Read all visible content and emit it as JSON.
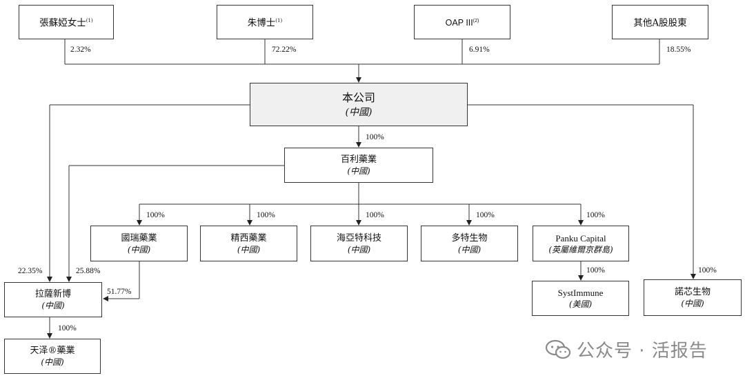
{
  "shareholders": [
    {
      "name": "張蘇婭女士",
      "note": "(1)",
      "pct": "2.32%"
    },
    {
      "name": "朱博士",
      "note": "(1)",
      "pct": "72.22%"
    },
    {
      "name": "OAP III",
      "note": "(2)",
      "pct": "6.91%"
    },
    {
      "name": "其他A股股東",
      "note": "",
      "pct": "18.55%"
    }
  ],
  "company": {
    "name": "本公司",
    "sub": "(中國)"
  },
  "baili": {
    "name": "百利藥業",
    "sub": "(中國)",
    "pct": "100%"
  },
  "subsidiaries": [
    {
      "name": "國瑞藥業",
      "sub": "(中國)",
      "pct": "100%"
    },
    {
      "name": "精西藥業",
      "sub": "(中國)",
      "pct": "100%"
    },
    {
      "name": "海亞特科技",
      "sub": "(中國)",
      "pct": "100%"
    },
    {
      "name": "多特生物",
      "sub": "(中國)",
      "pct": "100%"
    },
    {
      "name": "Panku Capital",
      "sub": "(英屬維爾京群島)",
      "pct": "100%"
    }
  ],
  "systimmune": {
    "name": "SystImmune",
    "sub": "(美國)",
    "pct": "100%"
  },
  "nuoxin": {
    "name": "諾芯生物",
    "sub": "(中國)",
    "pct": "100%"
  },
  "lasa": {
    "name": "拉薩新博",
    "sub": "(中國)",
    "pct_company": "22.35%",
    "pct_baili": "25.88%",
    "pct_guorui": "51.77%"
  },
  "tianze": {
    "name": "天泽®藥業",
    "sub": "(中國)",
    "pct": "100%"
  },
  "watermark": {
    "text": "公众号 · 活报告",
    "icon": "wechat-icon"
  }
}
